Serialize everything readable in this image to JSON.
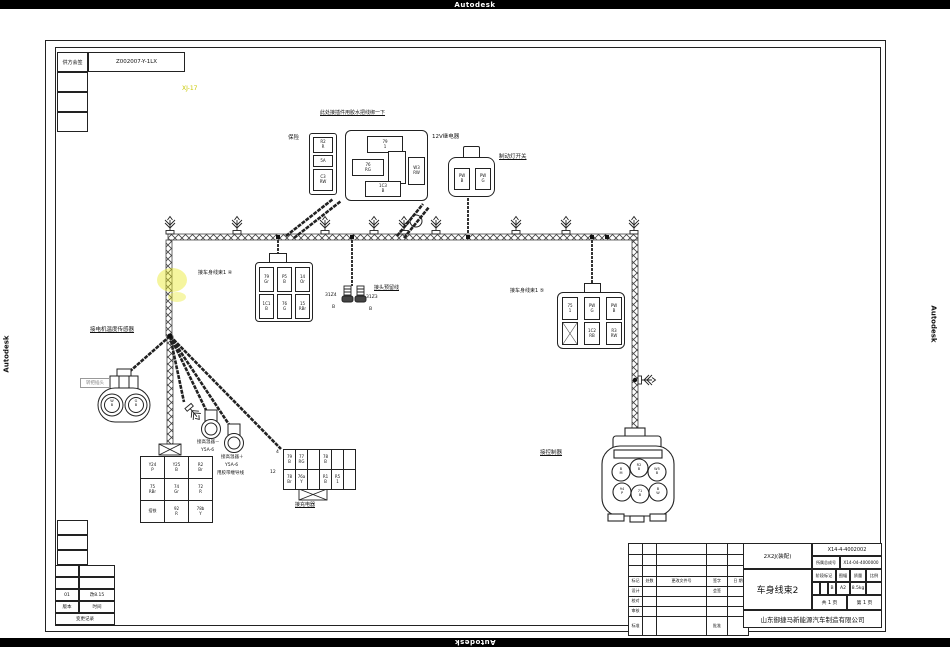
{
  "watermarks": {
    "top": "Autodesk",
    "bottom": "Autodesk",
    "left": "Autodesk",
    "right": "Autodesk"
  },
  "corner": {
    "sign_label": "供方会签",
    "code": "Z002007-Y-1LX",
    "highlight": "XJ-17"
  },
  "colors": {
    "highlight_text": "#c8c800",
    "line": "#222222"
  },
  "relaybox": {
    "note": "此处接插件用胶水把线绑一下",
    "fuse_label": "保险",
    "relay_label": "12V继电器",
    "fuse_cells": [
      "R2\nR",
      "5A",
      "C3\nRW"
    ],
    "top": "79\n1",
    "left": "76\nRG",
    "right": "W3\nRW",
    "bottom": "1C3\nB"
  },
  "brake": {
    "label": "制动灯开关",
    "cell1": "PW\nB",
    "cell2": "PW\nG"
  },
  "conn4": {
    "label": "接车身线束1 ④",
    "cells": [
      "79\nGr",
      "P5\nB",
      "14\nOr",
      "1C1\nB",
      "76\nG",
      "15\nRBr"
    ]
  },
  "reserve": {
    "label": "接头预留线",
    "l1": "31Z4",
    "l2": "B",
    "r1": "31Z3",
    "r2": "B"
  },
  "conn5": {
    "label": "接车身线束1 ⑤",
    "cells": [
      "75\n1",
      "PW\nG",
      "PW\nB",
      "",
      "1C2\nRB",
      "R3\nRW"
    ]
  },
  "motor_label": "接电机温度传感器",
  "throttle": {
    "label": "转把插头",
    "pin1": "W\nB",
    "pin2": "G\nB"
  },
  "sensor1": {
    "line1": "接高温器－",
    "line2": "Y5A-6"
  },
  "sensor2": {
    "line1": "接高温器＋",
    "line2": "Y5A-6",
    "line3": "用胶带缠导线"
  },
  "grid3": {
    "cells": [
      "Y24\nP",
      "Y25\nB",
      "R2\nBr",
      "75\nRBr",
      "74\nGr",
      "72\nR",
      "搭铁",
      "92\nR",
      "78b\nY"
    ]
  },
  "charger": {
    "label": "接充电器",
    "n_tl": "4",
    "n_tr": "1",
    "n_bl": "12",
    "n_br": "3",
    "cells": [
      "79\nB",
      "77\nRG",
      "",
      "78\nB",
      "",
      "",
      "78\nBr",
      "76a\nY",
      "",
      "R1\nB",
      "R5\n1",
      ""
    ]
  },
  "controller": {
    "label": "接控制器",
    "pins": [
      "B\nM",
      "R2\nB",
      "W5\nB",
      "94\nP",
      "71\nB",
      "B\nW"
    ]
  },
  "titleblock": {
    "assembly": "2X2J(装配)",
    "title": "车身线束2",
    "drawing_no": "X14-4-4002002",
    "parent_label": "所属总成号",
    "parent_no": "X14-04-4000000",
    "h_stage": "阶段标记",
    "h_format": "图幅",
    "h_weight": "质量",
    "h_scale": "比例",
    "stage": "B",
    "format": "A2",
    "weight": "8.5kg",
    "pages_total": "共 1 页",
    "pages_no": "第 1 页",
    "company": "山东御捷马新能源汽车制造有限公司",
    "h_mark": "标记",
    "h_count": "处数",
    "h_doc": "更改文件号",
    "h_sign": "签字",
    "h_date": "日 期",
    "r_design": "设计",
    "r_countersign": "会签",
    "r_check": "校对",
    "r_review": "审核",
    "r_standard": "标准",
    "r_approve": "批准"
  },
  "revision": {
    "no": "01",
    "date": "改8.15",
    "h_ver": "版本",
    "h_time": "时间",
    "footer": "变更记录"
  }
}
